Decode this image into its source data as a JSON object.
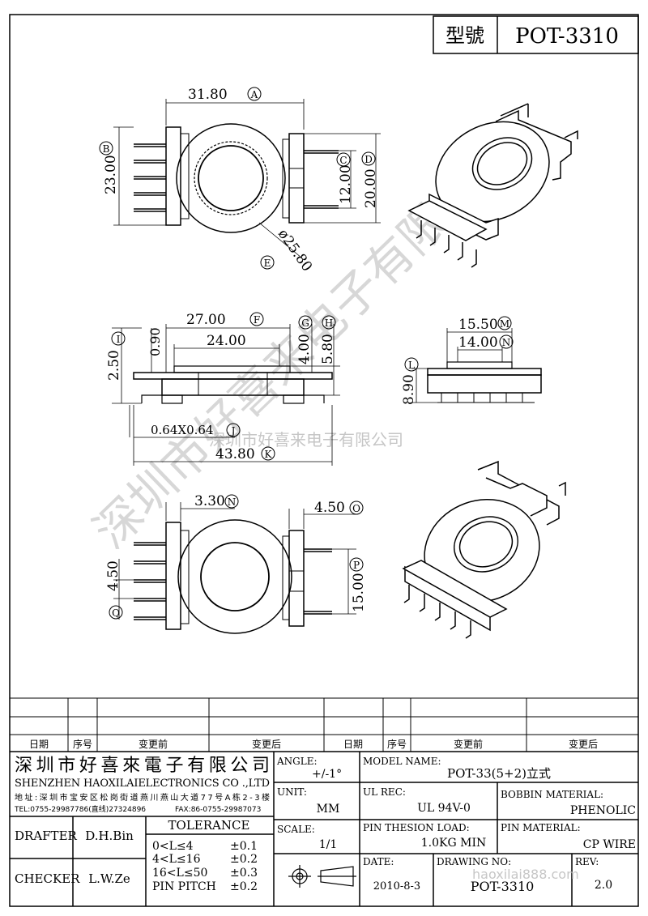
{
  "header": {
    "model_label": "型號",
    "model_value": "POT-3310"
  },
  "dims": {
    "A": "31.80",
    "A_tag": "A",
    "B": "23.00",
    "B_tag": "B",
    "C": "12.00",
    "C_tag": "C",
    "D": "20.00",
    "D_tag": "D",
    "E": "ø25.80",
    "E_tag": "E",
    "F": "27.00",
    "F_tag": "F",
    "inner24": "24.00",
    "G": "4.00",
    "G_tag": "G",
    "H": "5.80",
    "H_tag": "H",
    "I": "2.50",
    "I_tag": "I",
    "d090": "0.90",
    "J": "0.64X0.64",
    "J_tag": "J",
    "K": "43.80",
    "K_tag": "K",
    "L": "8.90",
    "L_tag": "L",
    "M": "15.50",
    "M_tag": "M",
    "N1": "14.00",
    "N1_tag": "N",
    "N2": "3.30",
    "N2_tag": "N",
    "O": "4.50",
    "O_tag": "O",
    "P": "15.00",
    "P_tag": "P",
    "Q": "4.50",
    "Q_tag": "Q"
  },
  "watermark": {
    "big": "深圳市好喜来电子有限公司",
    "center": "深圳市好喜来电子有限公司",
    "bottom": "haoxilai888.com"
  },
  "revision_table": {
    "headers": [
      "日期",
      "序号",
      "变更前",
      "变更后",
      "日期",
      "序号",
      "变更前",
      "变更后"
    ]
  },
  "company": {
    "name_cn": "深圳市好喜來電子有限公司",
    "name_en": "SHENZHEN HAOXILAIELECTRONICS CO .,LTD",
    "address": "地址:深圳市宝安区松岗街道燕川燕山大道77号A栋2-3楼",
    "tel": "TEL:0755-29987786(直线)27324896",
    "fax": "FAX:86-0755-29987073"
  },
  "title_block": {
    "angle_label": "ANGLE:",
    "angle_value": "+/-1°",
    "model_name_label": "MODEL NAME:",
    "model_name_value": "POT-33(5+2)立式",
    "unit_label": "UNIT:",
    "unit_value": "MM",
    "ul_label": "UL REC:",
    "ul_value": "UL 94V-0",
    "bobbin_label": "BOBBIN MATERIAL:",
    "bobbin_value": "PHENOLIC",
    "scale_label": "SCALE:",
    "scale_value": "1/1",
    "pin_load_label": "PIN THESION LOAD:",
    "pin_load_value": "1.0KG MIN",
    "pin_mat_label": "PIN MATERIAL:",
    "pin_mat_value": "CP  WIRE",
    "date_label": "DATE:",
    "date_value": "2010-8-3",
    "drawing_label": "DRAWING NO:",
    "drawing_value": "POT-3310",
    "rev_label": "REV:",
    "rev_value": "2.0",
    "drafter_label": "DRAFTER",
    "drafter_value": "D.H.Bin",
    "checker_label": "CHECKER",
    "checker_value": "L.W.Ze",
    "tolerance_title": "TOLERANCE",
    "tol1_range": "0<L≤4",
    "tol1_value": "±0.1",
    "tol2_range": "4<L≤16",
    "tol2_value": "±0.2",
    "tol3_range": "16<L≤50",
    "tol3_value": "±0.3",
    "tol4_range": "PIN PITCH",
    "tol4_value": "±0.2"
  }
}
